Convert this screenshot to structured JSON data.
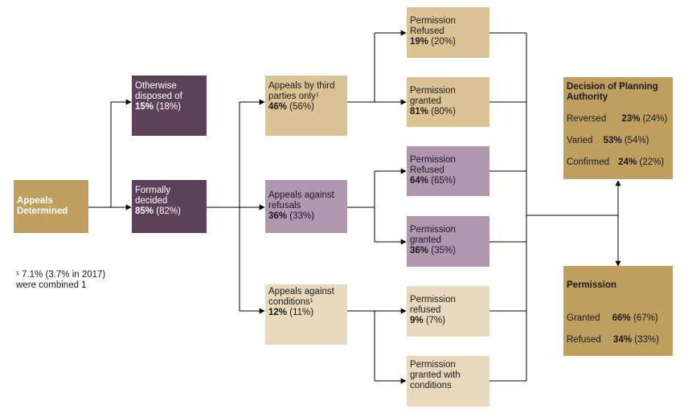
{
  "colors": {
    "gold": "#bf9f5f",
    "plum": "#5d4158",
    "tan": "#dcc396",
    "mauve": "#b196b0",
    "cream": "#e8d9bc",
    "arrow": "#000000"
  },
  "nodes": {
    "appeals_determined": {
      "label": "Appeals Determined"
    },
    "otherwise_disposed": {
      "label": "Otherwise disposed of",
      "pct": "15%",
      "prev": "(18%)"
    },
    "formally_decided": {
      "label": "Formally decided",
      "pct": "85%",
      "prev": "(82%)"
    },
    "third_parties": {
      "label": "Appeals by third parties only",
      "sup": "1",
      "pct": "46%",
      "prev": "(56%)"
    },
    "against_refusals": {
      "label": "Appeals against refusals",
      "pct": "36%",
      "prev": "(33%)"
    },
    "against_conditions": {
      "label": "Appeals against conditions",
      "sup": "1",
      "pct": "12%",
      "prev": "(11%)"
    },
    "tp_refused": {
      "label": "Permission Refused",
      "pct": "19%",
      "prev": "(20%)"
    },
    "tp_granted": {
      "label": "Permission granted",
      "pct": "81%",
      "prev": "(80%)"
    },
    "ar_refused": {
      "label": "Permission Refused",
      "pct": "64%",
      "prev": "(65%)"
    },
    "ar_granted": {
      "label": "Permission granted",
      "pct": "36%",
      "prev": "(35%)"
    },
    "ac_refused": {
      "label": "Permission refused",
      "pct": "9%",
      "prev": "(7%)"
    },
    "ac_granted": {
      "label": "Permission granted with conditions"
    },
    "decision": {
      "title": "Decision of Planning Authority",
      "rows": [
        {
          "label": "Reversed",
          "pct": "23%",
          "prev": "(24%)"
        },
        {
          "label": "Varied",
          "pct": "53%",
          "prev": "(54%)"
        },
        {
          "label": "Confirmed",
          "pct": "24%",
          "prev": "(22%)"
        }
      ]
    },
    "permission": {
      "title": "Permission",
      "rows": [
        {
          "label": "Granted",
          "pct": "66%",
          "prev": "(67%)"
        },
        {
          "label": "Refused",
          "pct": "34%",
          "prev": "(33%)"
        }
      ]
    }
  },
  "footnote": {
    "marker": "¹",
    "line1": "7.1% (3.7% in 2017)",
    "line2": "were combined 1"
  }
}
